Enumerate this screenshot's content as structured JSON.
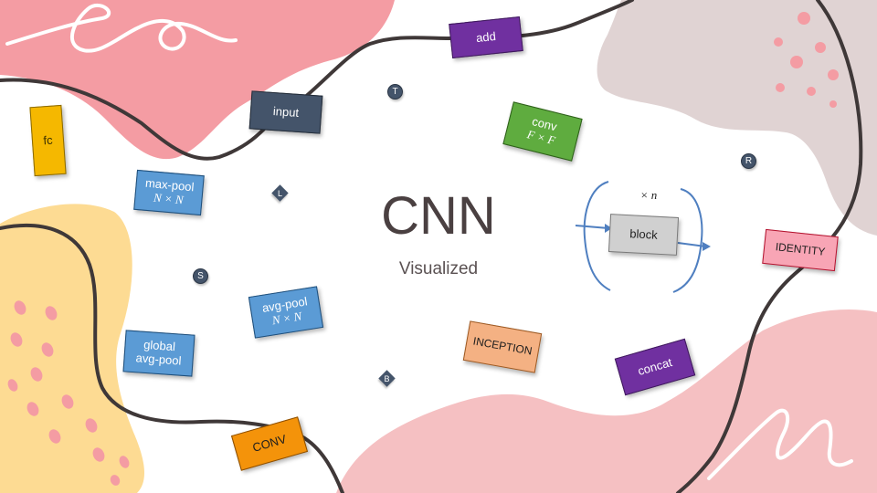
{
  "title": "CNN",
  "subtitle": "Visualized",
  "blocks": {
    "add": "add",
    "input": "input",
    "fc": "fc",
    "conv_label": "conv",
    "conv_math": "F × F",
    "max_pool_label": "max-pool",
    "max_pool_math": "N × N",
    "avg_pool_label": "avg-pool",
    "avg_pool_math": "N × N",
    "global_line1": "global",
    "global_line2": "avg-pool",
    "inception": "INCEPTION",
    "concat": "concat",
    "conv_upper": "CONV",
    "identity": "IDENTITY",
    "block": "block",
    "repeat": "× n"
  },
  "markers": {
    "T": "T",
    "R": "R",
    "L": "L",
    "S": "S",
    "B": "B"
  },
  "colors": {
    "pink_blob": "#f4a0a6",
    "light_pink_blob": "#f6c4c6",
    "yellow_blob": "#fddc95",
    "grey_blob": "#e1d4d4",
    "curve": "#3f3838",
    "add": "#7030a0",
    "input": "#44546a",
    "fc": "#f5b800",
    "conv": "#5fac3f",
    "pool": "#5b9bd5",
    "inception": "#f4b183",
    "concat": "#7030a0",
    "conv_upper": "#f4930a",
    "identity": "#f8a5b5",
    "block": "#d0d0d0",
    "bracket": "#4f7fc0"
  }
}
